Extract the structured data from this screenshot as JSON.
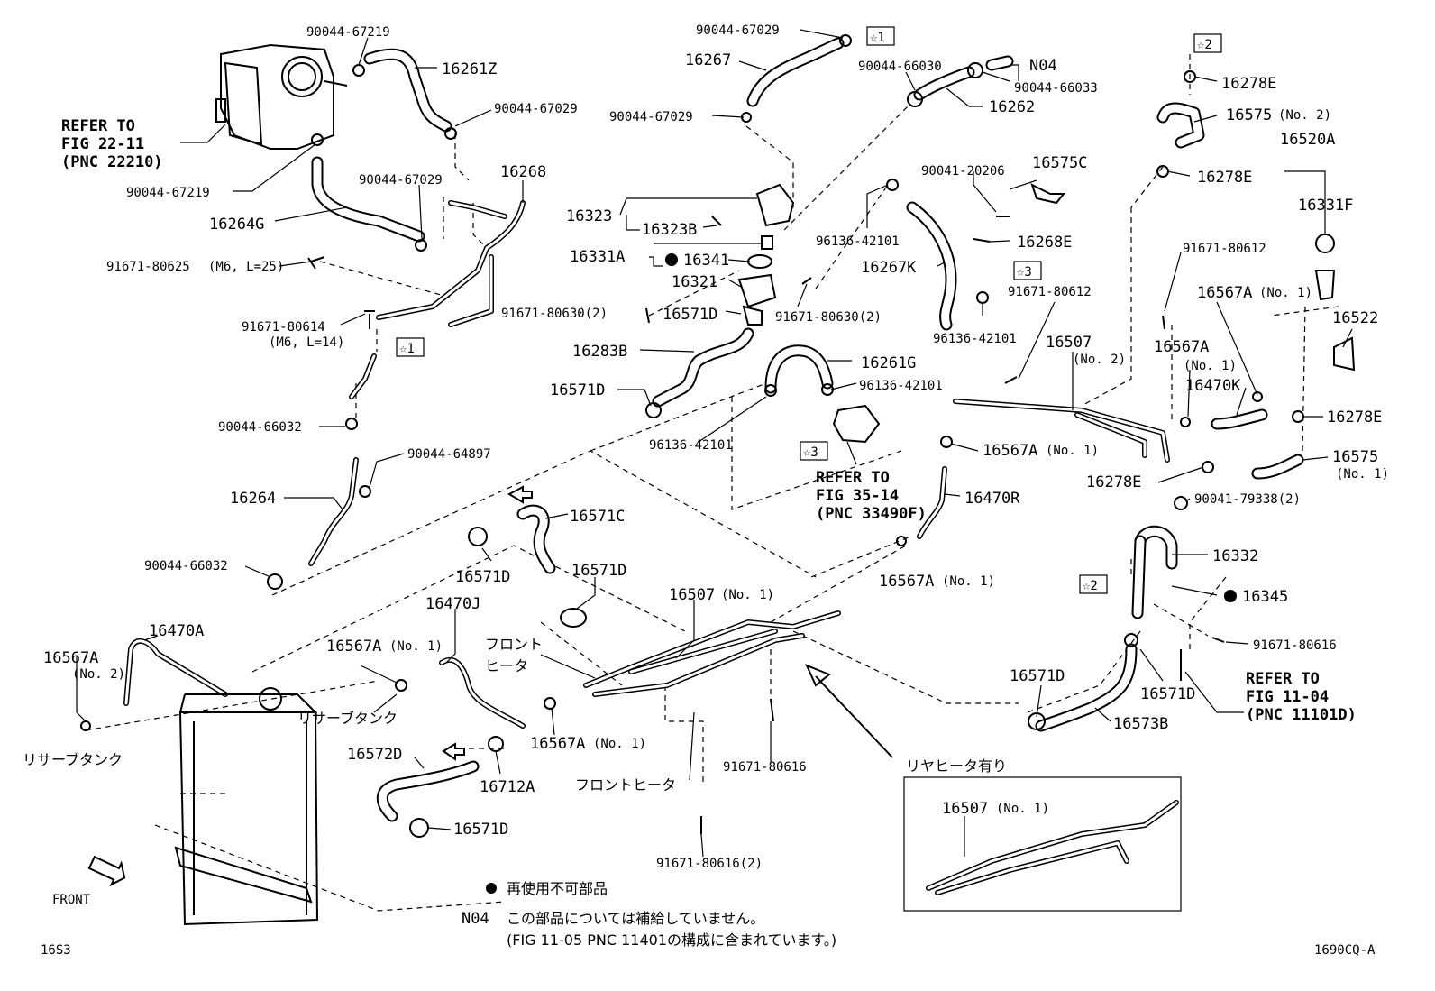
{
  "labels": {
    "p90044_67219_a": "90044-67219",
    "p16261Z": "16261Z",
    "p90044_67029_a": "90044-67029",
    "refer_a1": "REFER TO",
    "refer_a2": "FIG 22-11",
    "refer_a3": "(PNC 22210)",
    "p90044_67219_b": "90044-67219",
    "p90044_67029_b": "90044-67029",
    "p16268": "16268",
    "p16264G": "16264G",
    "p91671_80625": "91671-80625",
    "p91671_80625_spec": "(M6, L=25)",
    "p91671_80614": "91671-80614",
    "p91671_80614_spec": "(M6, L=14)",
    "star1_b": "☆1",
    "p90044_66032_a": "90044-66032",
    "p90044_64897": "90044-64897",
    "p16264": "16264",
    "p90044_66032_b": "90044-66032",
    "p90044_67029_c": "90044-67029",
    "star1_a": "☆1",
    "p16267": "16267",
    "p90044_66030": "90044-66030",
    "pN04": "N04",
    "p90044_66033": "90044-66033",
    "p16262": "16262",
    "p90044_67029_d": "90044-67029",
    "p16323": "16323",
    "p16323B": "16323B",
    "p16331A": "16331A",
    "p16341": "16341",
    "p16321": "16321",
    "p91671_80630_a": "91671-80630(2)",
    "p16571D_a": "16571D",
    "p91671_80630_b": "91671-80630(2)",
    "p16283B": "16283B",
    "p16571D_b": "16571D",
    "p16261G": "16261G",
    "p96136_42101_a": "96136-42101",
    "p96136_42101_b": "96136-42101",
    "star3_a": "☆3",
    "refer_b1": "REFER TO",
    "refer_b2": "FIG 35-14",
    "refer_b3": "(PNC 33490F)",
    "p90041_20206": "90041-20206",
    "p16575C": "16575C",
    "p96136_42101_c": "96136-42101",
    "p16268E": "16268E",
    "p16267K": "16267K",
    "star3_b": "☆3",
    "p91671_80612_a": "91671-80612",
    "p96136_42101_d": "96136-42101",
    "star2_a": "☆2",
    "p16278E_a": "16278E",
    "p16575_no2": "16575",
    "p16575_no2_sub": "(No. 2)",
    "p16520A": "16520A",
    "p16278E_b": "16278E",
    "p16331F": "16331F",
    "p91671_80612_b": "91671-80612",
    "p16567A_no1_a": "16567A",
    "p16567A_no1_a_sub": "(No. 1)",
    "p16522": "16522",
    "p16507_no2": "16507",
    "p16507_no2_sub": "(No. 2)",
    "p16567A_no1_b": "16567A",
    "p16567A_no1_b_sub": "(No. 1)",
    "p16470K": "16470K",
    "p16278E_c": "16278E",
    "p16567A_no1_c": "16567A",
    "p16567A_no1_c_sub": "(No. 1)",
    "p16575_no1": "16575",
    "p16575_no1_sub": "(No. 1)",
    "p16278E_d": "16278E",
    "p16470R": "16470R",
    "p90041_79338": "90041-79338(2)",
    "p16332": "16332",
    "star2_b": "☆2",
    "p16345": "16345",
    "p16567A_no1_d": "16567A",
    "p16567A_no1_d_sub": "(No. 1)",
    "p91671_80616_a": "91671-80616",
    "refer_c1": "REFER TO",
    "refer_c2": "FIG 11-04",
    "refer_c3": "(PNC 11101D)",
    "p16571D_c": "16571D",
    "p16571D_d": "16571D",
    "p16573B": "16573B",
    "p16571C": "16571C",
    "p16571D_e": "16571D",
    "p16571D_f": "16571D",
    "p16507_no1": "16507",
    "p16507_no1_sub": "(No. 1)",
    "p16470J": "16470J",
    "p16470A": "16470A",
    "p16567A_no2": "16567A",
    "p16567A_no2_sub": "(No. 2)",
    "p16567A_no1_e": "16567A",
    "p16567A_no1_e_sub": "(No. 1)",
    "jp_front_heater_a1": "フロント",
    "jp_front_heater_a2": "ヒータ",
    "jp_reservoir_a": "リサーブタンク",
    "jp_reservoir_b": "リサーブタンク",
    "p16567A_no1_f": "16567A",
    "p16567A_no1_f_sub": "(No. 1)",
    "p16572D": "16572D",
    "p16712A": "16712A",
    "p16571D_g": "16571D",
    "jp_front_heater_b": "フロントヒータ",
    "p91671_80616_b": "91671-80616",
    "p91671_80616_c": "91671-80616(2)",
    "jp_rear_heater": "リヤヒータ有り",
    "p16507_no1_inset": "16507",
    "p16507_no1_inset_sub": "(No. 1)",
    "front": "FRONT",
    "legend_dot": "再使用不可部品",
    "legend_n04_code": "N04",
    "legend_n04_line1": "この部品については補給していません。",
    "legend_n04_line2": "(FIG 11-05 PNC 11401の構成に含まれています。)",
    "page_code": "16S3",
    "figure_code": "1690CQ-A"
  }
}
